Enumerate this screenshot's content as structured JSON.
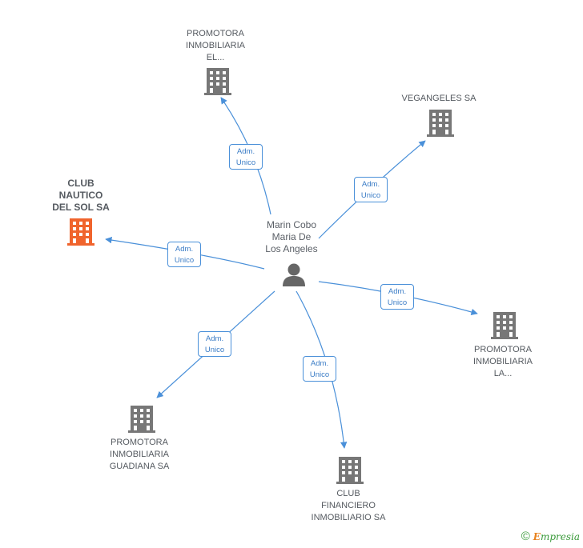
{
  "center_person": {
    "name": "Marin Cobo\nMaria De\nLos Angeles",
    "icon": "person-icon"
  },
  "relations": [
    {
      "id": "promotora-el",
      "company": "PROMOTORA\nINMOBILIARIA\nEL...",
      "role_line1": "Adm.",
      "role_line2": "Unico",
      "icon": "building-icon",
      "color": "#777777"
    },
    {
      "id": "vegangeles",
      "company": "VEGANGELES SA",
      "role_line1": "Adm.",
      "role_line2": "Unico",
      "icon": "building-icon",
      "color": "#777777"
    },
    {
      "id": "club-nautico",
      "company": "CLUB\nNAUTICO\nDEL SOL SA",
      "role_line1": "Adm.",
      "role_line2": "Unico",
      "icon": "building-icon",
      "color": "#f0642d",
      "highlighted": true
    },
    {
      "id": "promotora-la",
      "company": "PROMOTORA\nINMOBILIARIA\nLA...",
      "role_line1": "Adm.",
      "role_line2": "Unico",
      "icon": "building-icon",
      "color": "#777777"
    },
    {
      "id": "promotora-guadiana",
      "company": "PROMOTORA\nINMOBILIARIA\nGUADIANA SA",
      "role_line1": "Adm.",
      "role_line2": "Unico",
      "icon": "building-icon",
      "color": "#777777"
    },
    {
      "id": "club-financiero",
      "company": "CLUB\nFINANCIERO\nINMOBILIARIO SA",
      "role_line1": "Adm.",
      "role_line2": "Unico",
      "icon": "building-icon",
      "color": "#777777"
    }
  ],
  "colors": {
    "edge": "#4a90d9",
    "building": "#777777",
    "building_highlight": "#f0642d",
    "person": "#666666"
  },
  "footer": {
    "copyright": "©",
    "brand_initial": "E",
    "brand_rest": "mpresia"
  }
}
